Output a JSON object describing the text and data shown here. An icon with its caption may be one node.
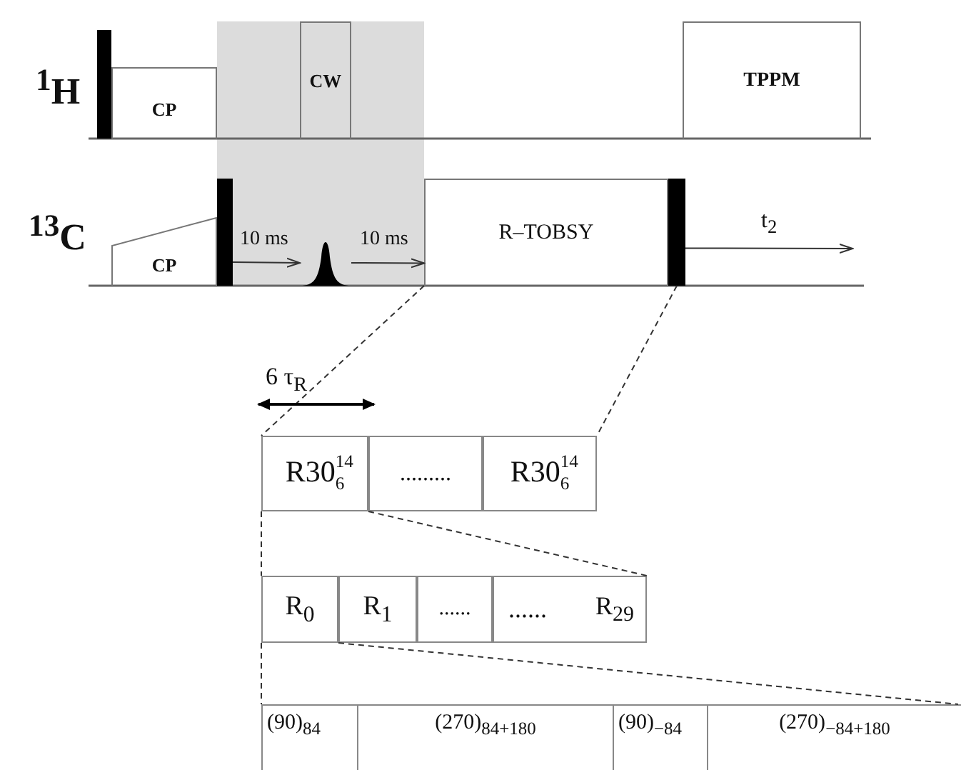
{
  "diagram": {
    "nodes": [
      {
        "text": [],
        "shape": "bar"
      },
      {
        "text": [
          "CP"
        ]
      },
      {
        "text": [
          "CW"
        ]
      },
      {
        "text": [
          "TPPM"
        ]
      },
      {
        "text": [
          "CP"
        ]
      },
      {
        "text": [],
        "shape": "bar"
      },
      {
        "text": [],
        "shape": "bell"
      },
      {
        "text": [
          "R–TOBSY"
        ]
      },
      {
        "text": [],
        "shape": "bar"
      },
      {
        "text": [
          "R30$^{14}$$_{6}$"
        ]
      },
      {
        "text": [
          "........."
        ]
      },
      {
        "text": [
          "R30$^{14}$$_{6}$"
        ]
      },
      {
        "text": [
          "R$_{0}$"
        ]
      },
      {
        "text": [
          "R$_{1}$"
        ]
      },
      {
        "text": [
          "......"
        ]
      },
      {
        "text": [
          "......",
          "R$_{29}$"
        ]
      },
      {
        "text": [
          "(90)$_{84}$"
        ]
      },
      {
        "text": [
          "(270)$_{84+180}$"
        ]
      },
      {
        "text": [
          "(90)$_{−84}$"
        ]
      },
      {
        "text": [
          "(270)$_{−84+180}$"
        ]
      }
    ],
    "edges": [
      {
        "from": 5,
        "to": 6,
        "arrow": "to",
        "label": "10 ms"
      },
      {
        "from": 6,
        "to": 7,
        "arrow": "to",
        "label": "10 ms"
      },
      {
        "from": 8,
        "to": null,
        "arrow": "to",
        "label": "t$_{2}$"
      },
      {
        "from": 7,
        "to": 9,
        "arrow": "none",
        "style": "dashed"
      },
      {
        "from": 8,
        "to": 11,
        "arrow": "none",
        "style": "dashed"
      },
      {
        "from": 9,
        "to": 12,
        "arrow": "none",
        "style": "dashed"
      },
      {
        "from": 10,
        "to": 15,
        "arrow": "none",
        "style": "dashed"
      },
      {
        "from": 12,
        "to": 16,
        "arrow": "none",
        "style": "dashed"
      },
      {
        "from": 13,
        "to": 19,
        "arrow": "none",
        "style": "dashed"
      }
    ],
    "labels": [
      "$^{1}$H",
      "$^{13}$C",
      "6 τ$_{R}$"
    ]
  }
}
